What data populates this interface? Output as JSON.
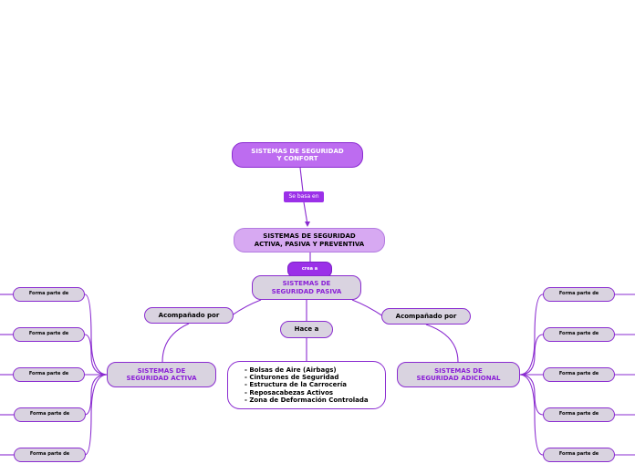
{
  "nodes": {
    "root": "SISTEMAS DE SEGURIDAD\nY CONFORT",
    "base_link": "Se basa en",
    "center": "SISTEMAS DE SEGURIDAD\nACTIVA, PASIVA Y PREVENTIVA",
    "crea_link": "crea a",
    "pasiva": "SISTEMAS DE\nSEGURIDAD PASIVA",
    "acomp_left": "Acompañado por",
    "acomp_right": "Acompañado por",
    "hace": "Hace a",
    "activa": "SISTEMAS DE\nSEGURIDAD ACTIVA",
    "adicional": "SISTEMAS DE\nSEGURIDAD ADICIONAL",
    "list": "- Bolsas de Aire (Airbags)\n- Cinturones de Seguridad\n- Estructura de la Carrocería\n- Reposacabezas Activos\n- Zona de Deformación Controlada"
  },
  "left_branches": [
    "Forma parte de",
    "Forma parte de",
    "Forma parte de",
    "Forma parte de",
    "Forma parte de"
  ],
  "right_branches": [
    "Forma parte de",
    "Forma parte de",
    "Forma parte de",
    "Forma parte de",
    "Forma parte de"
  ],
  "colors": {
    "root_fill": "#bd6cf0",
    "center_fill": "#d7a9f2",
    "connector_fill": "#9b30e8",
    "node_fill": "#d9d3e0",
    "accent_text": "#8a1fd6",
    "line": "#8a2bd0"
  }
}
